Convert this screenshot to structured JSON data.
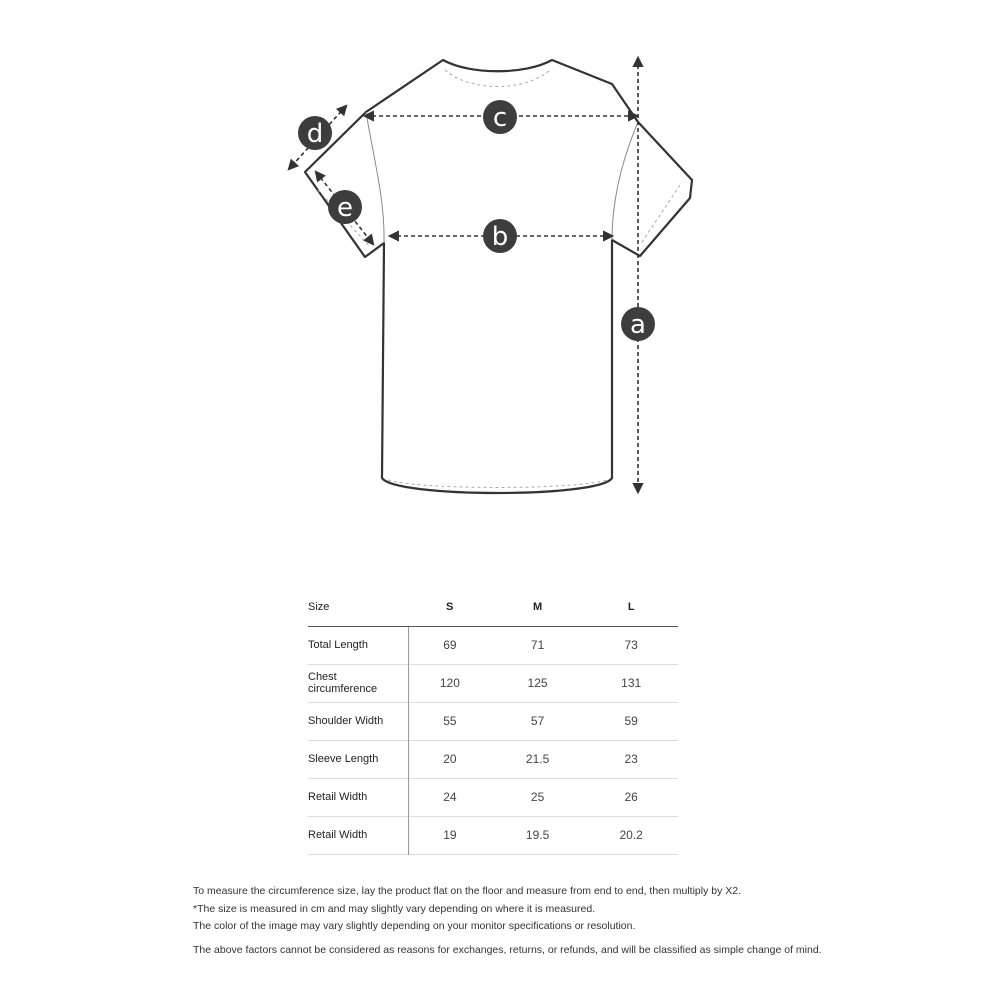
{
  "diagram": {
    "labels": {
      "a": "a",
      "b": "b",
      "c": "c",
      "d": "d",
      "e": "e"
    }
  },
  "table": {
    "header": {
      "size_label": "Size",
      "sizes": [
        "S",
        "M",
        "L"
      ]
    },
    "rows": [
      {
        "label": "Total Length",
        "values": [
          "69",
          "71",
          "73"
        ]
      },
      {
        "label": "Chest circumference",
        "values": [
          "120",
          "125",
          "131"
        ]
      },
      {
        "label": "Shoulder Width",
        "values": [
          "55",
          "57",
          "59"
        ]
      },
      {
        "label": "Sleeve Length",
        "values": [
          "20",
          "21.5",
          "23"
        ]
      },
      {
        "label": "Retail Width",
        "values": [
          "24",
          "25",
          "26"
        ]
      },
      {
        "label": "Retail Width",
        "values": [
          "19",
          "19.5",
          "20.2"
        ]
      }
    ]
  },
  "notes": {
    "line1": "To measure the circumference size, lay the product flat on the floor and measure from end to end, then multiply by X2.",
    "line2": "*The size is measured in cm and may slightly vary depending on where it is measured.",
    "line3": "The color of the image may vary slightly depending on your monitor specifications or resolution.",
    "line4": "The above factors cannot be considered as reasons for exchanges, returns, or refunds, and will be classified as simple change of mind."
  }
}
